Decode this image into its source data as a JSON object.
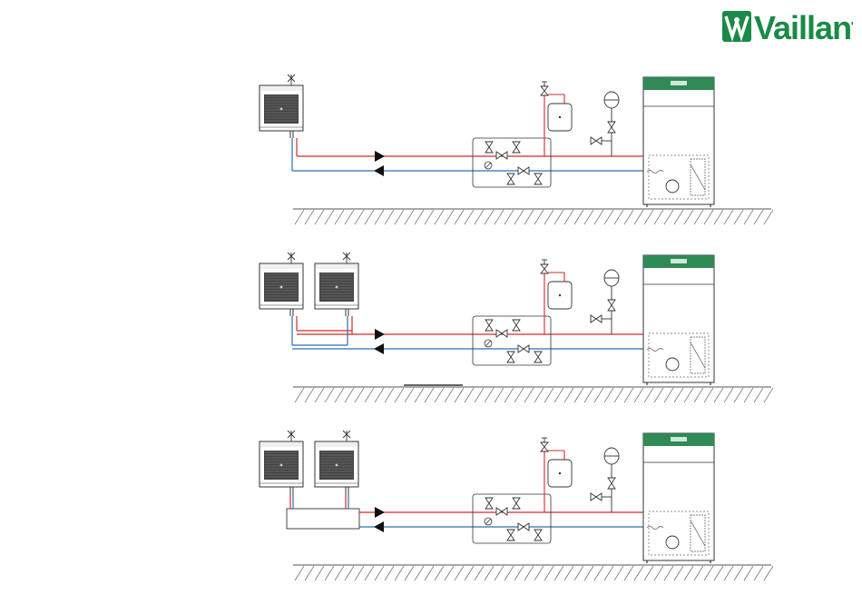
{
  "brand": {
    "name": "Vaillant",
    "logo_icon": "hare-shield-icon",
    "color": "#1a8a47"
  },
  "diagrams": [
    {
      "id": "single-unit",
      "outdoor_units": 1,
      "has_buffer": false
    },
    {
      "id": "dual-unit",
      "outdoor_units": 2,
      "has_buffer": false
    },
    {
      "id": "dual-unit-buffer",
      "outdoor_units": 2,
      "has_buffer": true
    }
  ],
  "colors": {
    "flow": "#d42a2a",
    "return": "#2a6fb0",
    "line": "#333333",
    "ground": "#555555",
    "cylinder_top": "#2f8a55"
  }
}
